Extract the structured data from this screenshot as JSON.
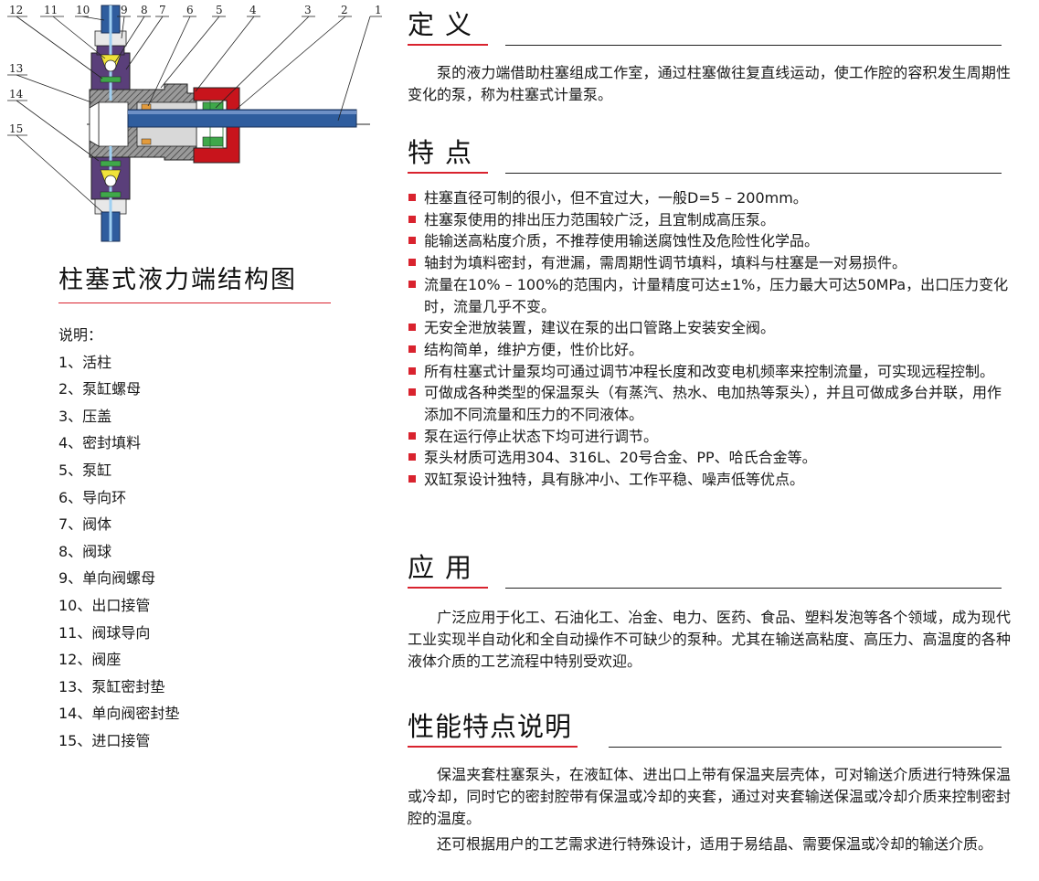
{
  "diagram": {
    "callouts": [
      "1",
      "2",
      "3",
      "4",
      "5",
      "6",
      "7",
      "8",
      "9",
      "10",
      "11",
      "12",
      "13",
      "14",
      "15"
    ],
    "title": "柱塞式液力端结构图",
    "legend_heading": "说明：",
    "parts": [
      "1、活柱",
      "2、泵缸螺母",
      "3、压盖",
      "4、密封填料",
      "5、泵缸",
      "6、导向环",
      "7、阀体",
      "8、阀球",
      "9、单向阀螺母",
      "10、出口接管",
      "11、阀球导向",
      "12、阀座",
      "13、泵缸密封垫",
      "14、单向阀密封垫",
      "15、进口接管"
    ],
    "colors": {
      "accent": "#d9232e",
      "pipe": "#2f5d9e",
      "valve": "#5a3f7a",
      "ball": "#f0e23a",
      "seal": "#3fa84a"
    }
  },
  "sections": {
    "definition": {
      "title": "定义",
      "text": "泵的液力端借助柱塞组成工作室，通过柱塞做往复直线运动，使工作腔的容积发生周期性变化的泵，称为柱塞式计量泵。"
    },
    "features": {
      "title": "特点",
      "items": [
        "柱塞直径可制的很小，但不宜过大，一般D=5 – 200mm。",
        "柱塞泵使用的排出压力范围较广泛，且宜制成高压泵。",
        "能输送高粘度介质，不推荐使用输送腐蚀性及危险性化学品。",
        "轴封为填料密封，有泄漏，需周期性调节填料，填料与柱塞是一对易损件。",
        "流量在10% – 100%的范围内，计量精度可达±1%，压力最大可达50MPa，出口压力变化时，流量几乎不变。",
        "无安全泄放装置，建议在泵的出口管路上安装安全阀。",
        "结构简单，维护方便，性价比好。",
        "所有柱塞式计量泵均可通过调节冲程长度和改变电机频率来控制流量，可实现远程控制。",
        "可做成各种类型的保温泵头（有蒸汽、热水、电加热等泵头），并且可做成多台并联，用作添加不同流量和压力的不同液体。",
        "泵在运行停止状态下均可进行调节。",
        "泵头材质可选用304、316L、20号合金、PP、哈氏合金等。",
        "双缸泵设计独特，具有脉冲小、工作平稳、噪声低等优点。"
      ]
    },
    "application": {
      "title": "应用",
      "text": "广泛应用于化工、石油化工、冶金、电力、医药、食品、塑料发泡等各个领域，成为现代工业实现半自动化和全自动操作不可缺少的泵种。尤其在输送高粘度、高压力、高温度的各种液体介质的工艺流程中特别受欢迎。"
    },
    "performance": {
      "title": "性能特点说明",
      "text1": "保温夹套柱塞泵头，在液缸体、进出口上带有保温夹层壳体，可对输送介质进行特殊保温或冷却，同时它的密封腔带有保温或冷却的夹套，通过对夹套输送保温或冷却介质来控制密封腔的温度。",
      "text2": "还可根据用户的工艺需求进行特殊设计，适用于易结晶、需要保温或冷却的输送介质。"
    }
  }
}
